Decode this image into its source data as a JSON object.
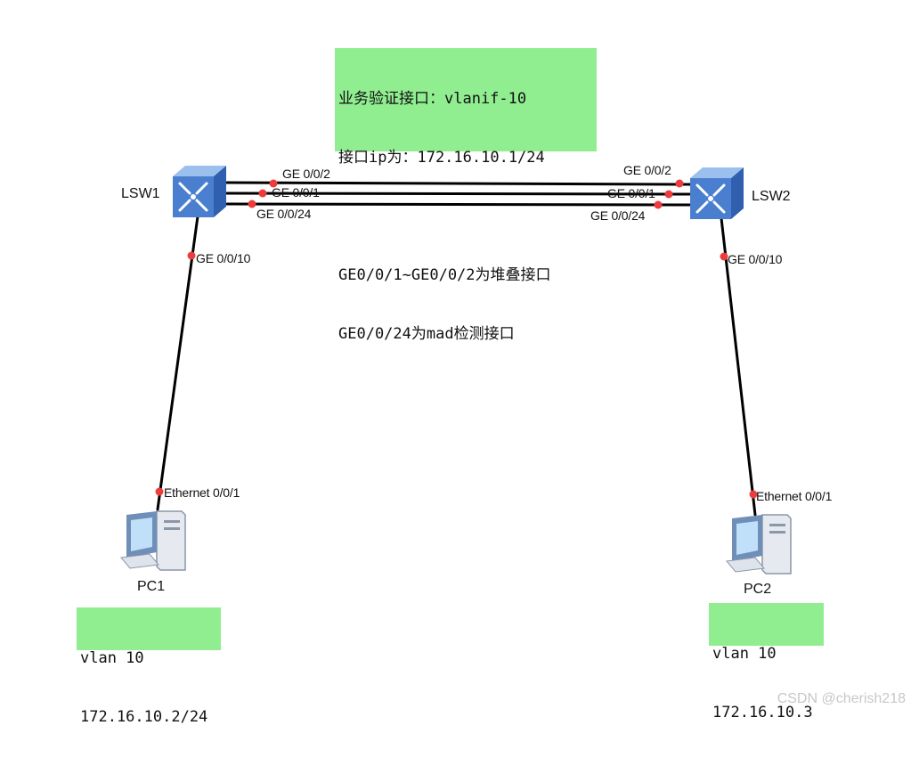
{
  "notes": {
    "top": {
      "line1": "业务验证接口：vlanif-10",
      "line2": "接口ip为：172.16.10.1/24",
      "line3": "",
      "line4": "GE0/0/1~GE0/0/2为堆叠接口",
      "line5": "GE0/0/24为mad检测接口"
    },
    "pc1": {
      "line1": "vlan 10",
      "line2": "172.16.10.2/24"
    },
    "pc2": {
      "line1": "vlan 10",
      "line2": "172.16.10.3"
    }
  },
  "devices": {
    "lsw1": {
      "label": "LSW1",
      "icon": "switch-icon"
    },
    "lsw2": {
      "label": "LSW2",
      "icon": "switch-icon"
    },
    "pc1": {
      "label": "PC1",
      "icon": "pc-icon"
    },
    "pc2": {
      "label": "PC2",
      "icon": "pc-icon"
    }
  },
  "ports": {
    "lsw1_ge002": "GE 0/0/2",
    "lsw1_ge001": "GE 0/0/1",
    "lsw1_ge0024": "GE 0/0/24",
    "lsw1_ge0010": "GE 0/0/10",
    "lsw2_ge002": "GE 0/0/2",
    "lsw2_ge001": "GE 0/0/1",
    "lsw2_ge0024": "GE 0/0/24",
    "lsw2_ge0010": "GE 0/0/10",
    "pc1_eth": "Ethernet 0/0/1",
    "pc2_eth": "Ethernet 0/0/1"
  },
  "colors": {
    "note_bg": "#90ee90",
    "link": "#000000",
    "port_dot": "#ee3b3b",
    "switch_blue": "#4a7fd0",
    "watermark": "#c8c8c8"
  },
  "watermark": "CSDN @cherish218"
}
